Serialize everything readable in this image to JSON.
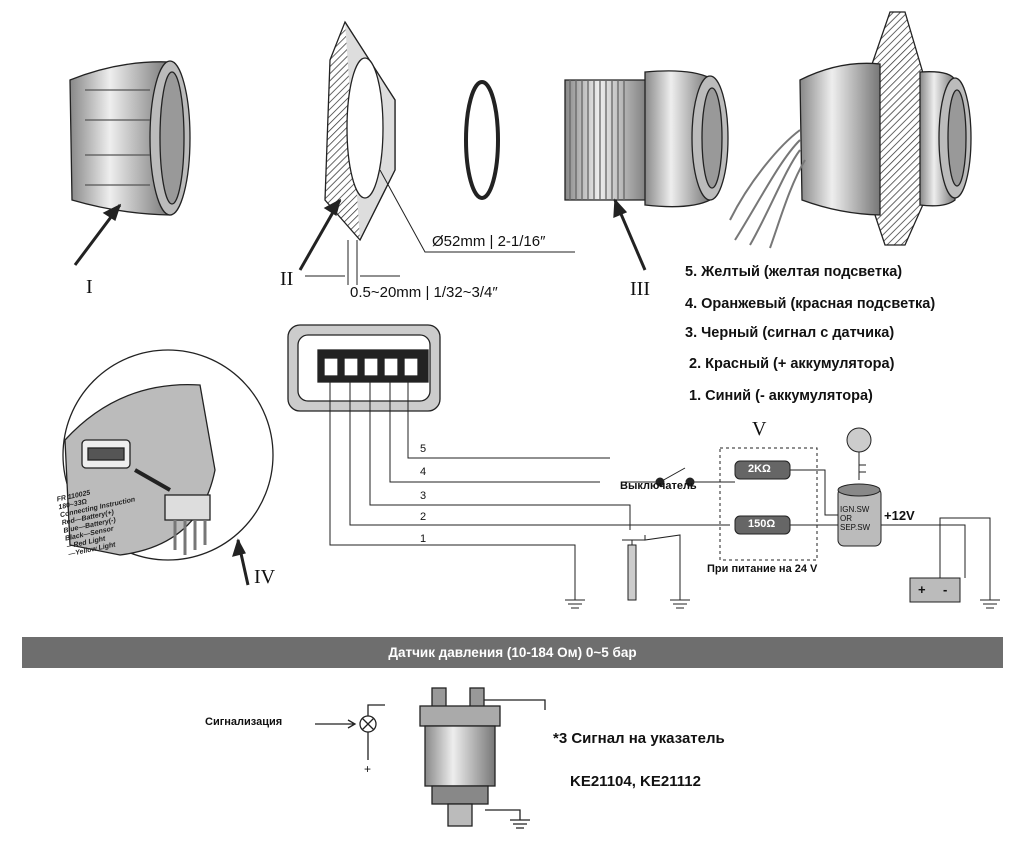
{
  "parts": {
    "I": "I",
    "II": "II",
    "III": "III",
    "IV": "IV",
    "V": "V"
  },
  "dimensions": {
    "diameter": "Ø52mm | 2-1/16″",
    "thickness": "0.5~20mm | 1/32~3/4″"
  },
  "wire_legend": [
    "5. Желтый (желтая подсветка)",
    "4. Оранжевый (красная подсветка)",
    "3. Черный (сигнал с датчика)",
    "2. Красный (+ аккумулятора)",
    "1. Синий (- аккумулятора)"
  ],
  "wire_numbers": [
    "5",
    "4",
    "3",
    "2",
    "1"
  ],
  "circuit": {
    "switch_label": "Выключатель",
    "resistor_2k": "2KΩ",
    "resistor_150": "150Ω",
    "ignition_label": [
      "IGN.SW",
      "OR",
      "SEP.SW"
    ],
    "voltage": "+12V",
    "note_24v": "При питание на 24 V",
    "battery_plus": "+",
    "battery_minus": "-"
  },
  "inset_text": [
    "FR 110025",
    "180~33Ω",
    "Connecting Instruction",
    "Red—Battery(+)",
    "Blue—Battery(-)",
    "Black—Sensor",
    "—Red Light",
    "—Yellow Light"
  ],
  "section_bar": "Датчик давления (10-184 Ом) 0~5 бар",
  "sensor": {
    "alarm_label": "Сигнализация",
    "plus": "+",
    "signal_label": "*3 Сигнал на указатель",
    "models": "KE21104, KE21112"
  }
}
